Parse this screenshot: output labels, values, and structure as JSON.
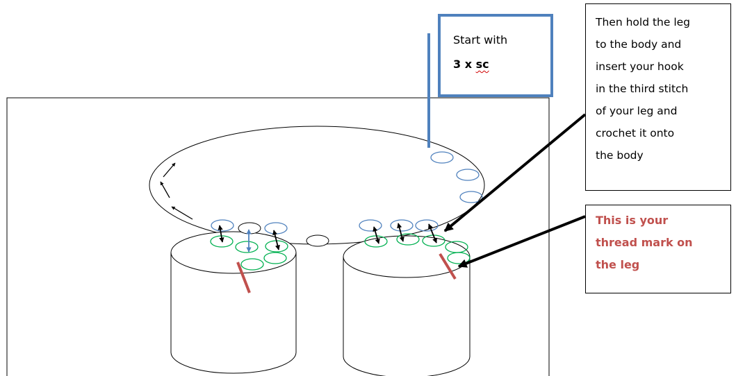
{
  "start_box": {
    "line1_text": "Start with",
    "line2_bold": "3 x ",
    "line2_squiggle": "sc"
  },
  "hold_box": {
    "lines": [
      "Then hold the leg",
      "to the body and",
      "insert your hook",
      "in the third stitch",
      "of your leg and",
      "crochet it onto",
      "the body"
    ]
  },
  "thread_mark_box": {
    "lines": [
      "This is your",
      "thread mark on",
      "the leg"
    ]
  },
  "colors": {
    "outline": "#000000",
    "blue_stitch": "#4f81bd",
    "green_stitch": "#00b050",
    "thread_mark": "#c0504d",
    "mark_text": "#c0504d"
  }
}
